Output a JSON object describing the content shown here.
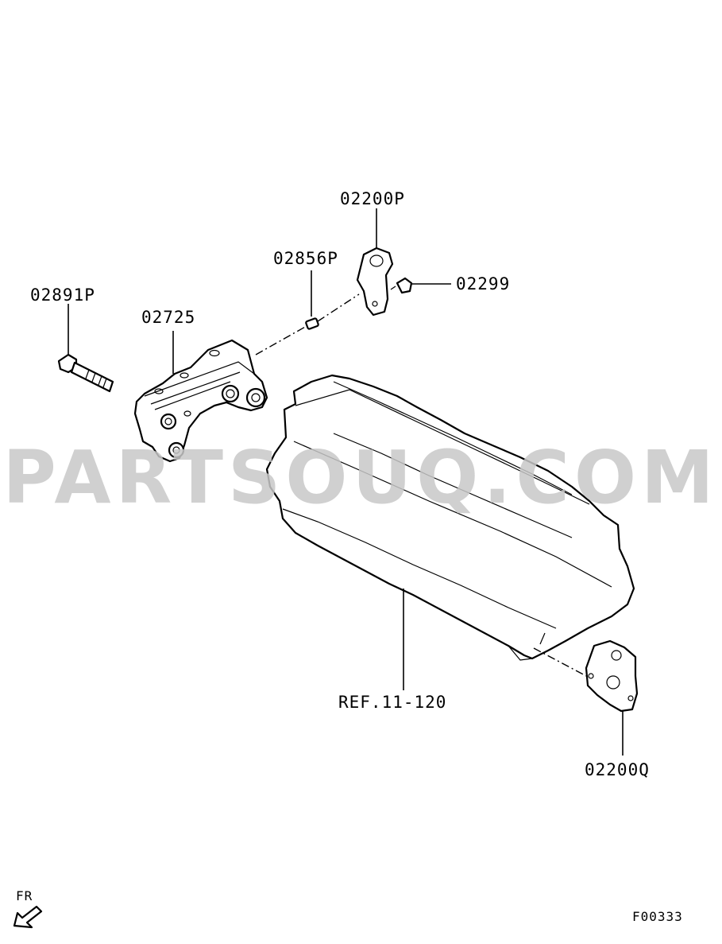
{
  "watermark": {
    "text": "PARTSOUQ.COM",
    "color": "#c8c8c8"
  },
  "callouts": {
    "p02200P": "02200P",
    "p02856P": "02856P",
    "p02299": "02299",
    "p02891P": "02891P",
    "p02725": "02725",
    "ref": "REF.11-120",
    "p02200Q": "02200Q"
  },
  "footer": {
    "direction": "FR",
    "figure_code": "F00333"
  }
}
